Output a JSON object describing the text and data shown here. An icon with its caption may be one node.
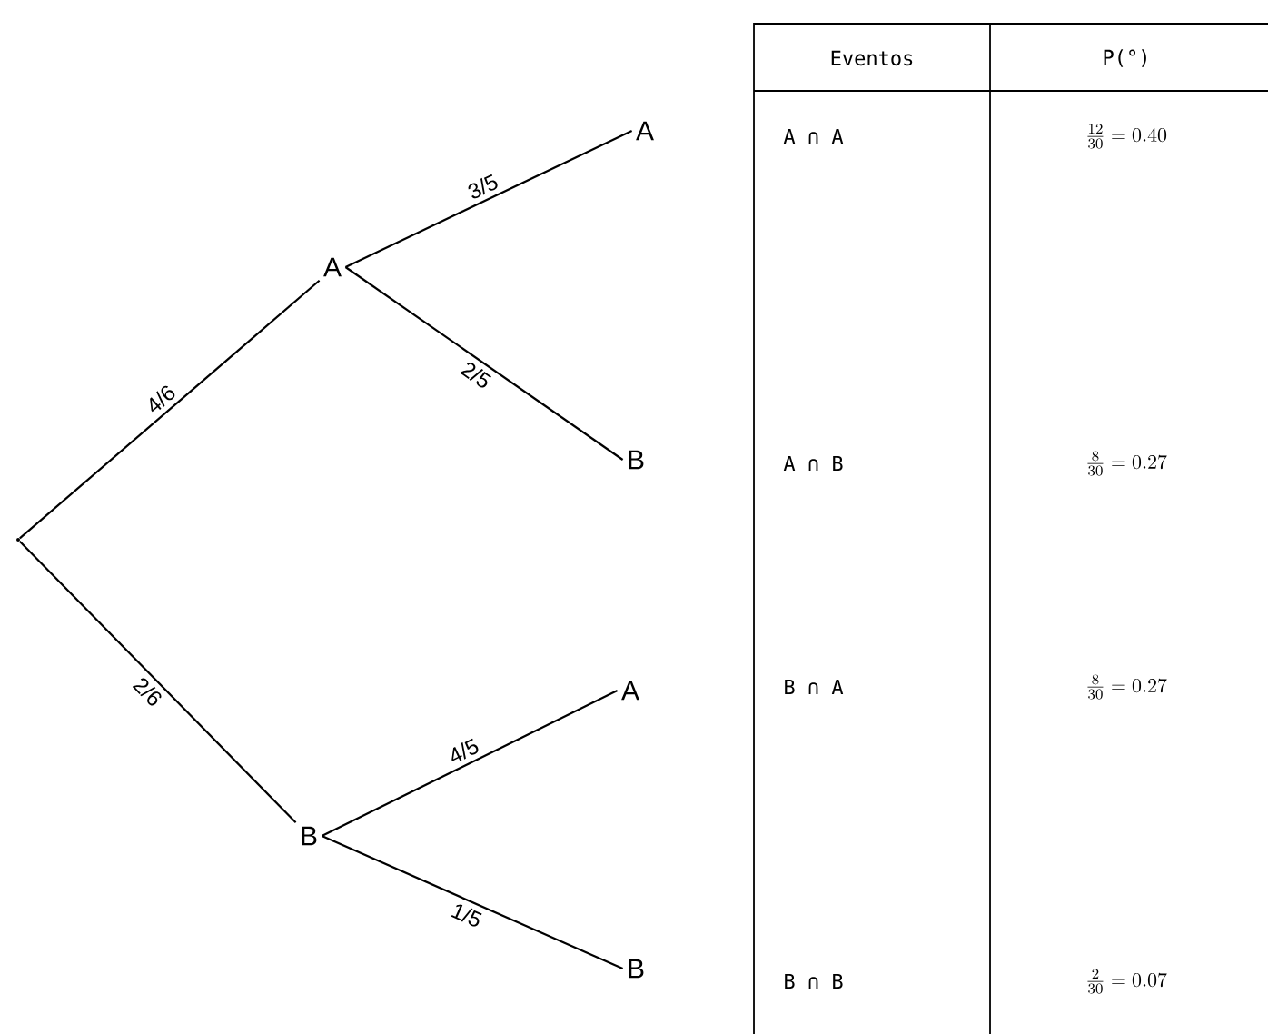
{
  "diagram": {
    "nodes": [
      {
        "text": [],
        "shape": "point"
      },
      {
        "text": [
          "A"
        ]
      },
      {
        "text": [
          "B"
        ]
      },
      {
        "text": [
          "A"
        ]
      },
      {
        "text": [
          "B"
        ]
      },
      {
        "text": [
          "A"
        ]
      },
      {
        "text": [
          "B"
        ]
      }
    ],
    "edges": [
      {
        "from": 0,
        "to": 1,
        "arrow": "none",
        "label": "4/6"
      },
      {
        "from": 0,
        "to": 2,
        "arrow": "none",
        "label": "2/6"
      },
      {
        "from": 1,
        "to": 3,
        "arrow": "none",
        "label": "3/5"
      },
      {
        "from": 1,
        "to": 4,
        "arrow": "none",
        "label": "2/5"
      },
      {
        "from": 2,
        "to": 5,
        "arrow": "none",
        "label": "4/5"
      },
      {
        "from": 2,
        "to": 6,
        "arrow": "none",
        "label": "1/5"
      }
    ],
    "labels": [
      "Eventos",
      "P(°)",
      "A ∩ A",
      "\\frac{12}{30} = 0.40",
      "A ∩ B",
      "\\frac{8}{30} = 0.27",
      "B ∩ A",
      "\\frac{8}{30} = 0.27",
      "B ∩ B",
      "\\frac{2}{30} = 0.07"
    ]
  }
}
